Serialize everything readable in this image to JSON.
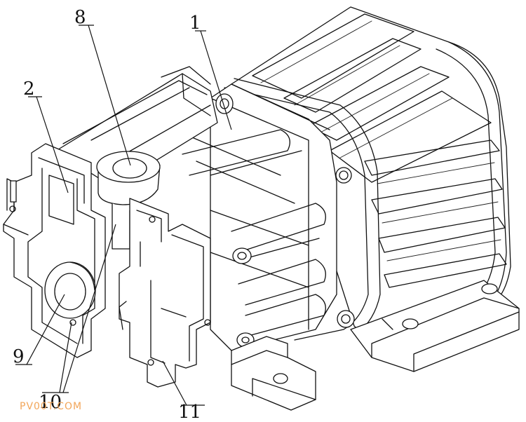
{
  "callouts": {
    "c1": "1",
    "c2": "2",
    "c8": "8",
    "c9": "9",
    "c10": "10",
    "c11": "11"
  },
  "watermark": "PV00T.COM",
  "colors": {
    "line": "#111111",
    "background": "#ffffff",
    "watermark": "#f2a65a"
  }
}
